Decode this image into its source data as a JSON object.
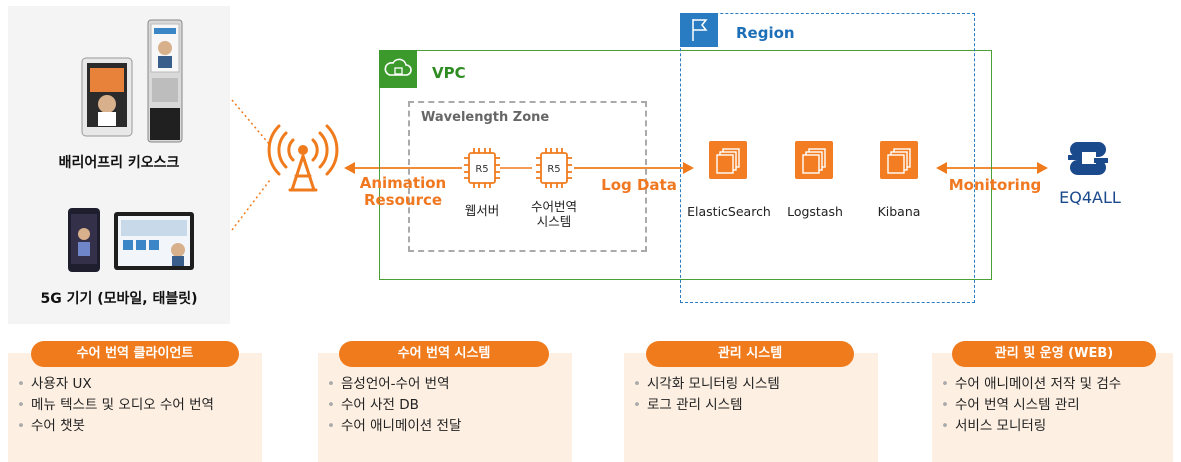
{
  "devices": {
    "kiosk_label": "배리어프리 키오스크",
    "mobile_label": "5G 기기 (모바일, 태블릿)"
  },
  "region": {
    "label": "Region"
  },
  "vpc": {
    "label": "VPC"
  },
  "wavelength": {
    "label": "Wavelength Zone",
    "nodes": [
      {
        "chip": "R5",
        "label": "웹서버"
      },
      {
        "chip": "R5",
        "label": "수어번역\n시스템"
      }
    ]
  },
  "arrows": {
    "animation_resource": "Animation\nResource",
    "log_data": "Log Data",
    "monitoring": "Monitoring"
  },
  "services": [
    {
      "label": "ElasticSearch"
    },
    {
      "label": "Logstash"
    },
    {
      "label": "Kibana"
    }
  ],
  "logo": {
    "text": "EQ4ALL"
  },
  "colors": {
    "orange": "#f07b1d",
    "vpc_green": "#3c9a2c",
    "region_blue": "#2a7cc2",
    "panel_bg": "#fdf0e3"
  },
  "panels": [
    {
      "title": "수어 번역 클라이언트",
      "items": [
        "사용자 UX",
        "메뉴 텍스트 및 오디오 수어 번역",
        "수어 챗봇"
      ]
    },
    {
      "title": "수어 번역 시스템",
      "items": [
        "음성언어-수어 번역",
        "수어 사전 DB",
        "수어 애니메이션 전달"
      ]
    },
    {
      "title": "관리 시스템",
      "items": [
        "시각화 모니터링 시스템",
        "로그 관리 시스템"
      ]
    },
    {
      "title": "관리 및 운영 (WEB)",
      "items": [
        "수어 애니메이션 저작 및 검수",
        "수어 번역 시스템 관리",
        "서비스 모니터링"
      ]
    }
  ]
}
